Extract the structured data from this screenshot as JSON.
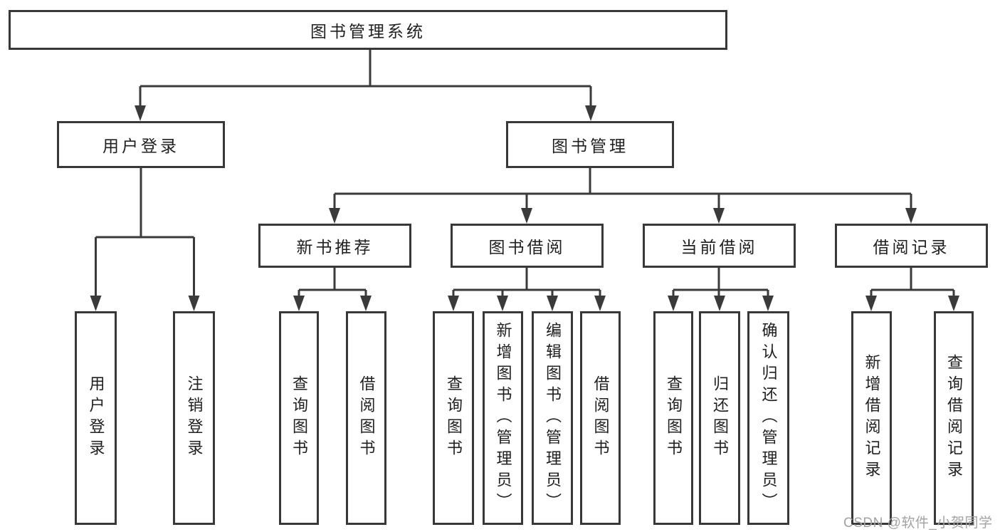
{
  "diagram": {
    "root": {
      "label": "图书管理系统"
    },
    "level2": {
      "user_login": {
        "label": "用户登录",
        "parent": "图书管理系统"
      },
      "book_management": {
        "label": "图书管理",
        "parent": "图书管理系统"
      }
    },
    "level3": {
      "new_book_recommend": {
        "label": "新书推荐",
        "parent": "图书管理"
      },
      "book_borrowing": {
        "label": "图书借阅",
        "parent": "图书管理"
      },
      "current_borrowing": {
        "label": "当前借阅",
        "parent": "图书管理"
      },
      "borrowing_records": {
        "label": "借阅记录",
        "parent": "图书管理"
      }
    },
    "leaves": {
      "user_login_action": {
        "label": "用户登录",
        "parent": "用户登录"
      },
      "logout": {
        "label": "注销登录",
        "parent": "用户登录"
      },
      "nbr_query_books": {
        "label": "查询图书",
        "parent": "新书推荐"
      },
      "nbr_borrow_books": {
        "label": "借阅图书",
        "parent": "新书推荐"
      },
      "bb_query_books": {
        "label": "查询图书",
        "parent": "图书借阅"
      },
      "bb_add_books": {
        "label": "新增图书（管理员）",
        "parent": "图书借阅"
      },
      "bb_edit_books": {
        "label": "编辑图书（管理员）",
        "parent": "图书借阅"
      },
      "bb_borrow_books": {
        "label": "借阅图书",
        "parent": "图书借阅"
      },
      "cb_query_books": {
        "label": "查询图书",
        "parent": "当前借阅"
      },
      "cb_return_books": {
        "label": "归还图书",
        "parent": "当前借阅"
      },
      "cb_confirm_return": {
        "label": "确认归还（管理员）",
        "parent": "当前借阅"
      },
      "br_add_record": {
        "label": "新增借阅记录",
        "parent": "借阅记录"
      },
      "br_query_record": {
        "label": "查询借阅记录",
        "parent": "借阅记录"
      }
    },
    "watermark": {
      "text": "CSDN @软件_小贺同学"
    },
    "colors": {
      "line": "#3a3a3a",
      "border": "#383838",
      "text": "#202020",
      "watermark": "#a2a2a2",
      "background": "#ffffff"
    }
  }
}
